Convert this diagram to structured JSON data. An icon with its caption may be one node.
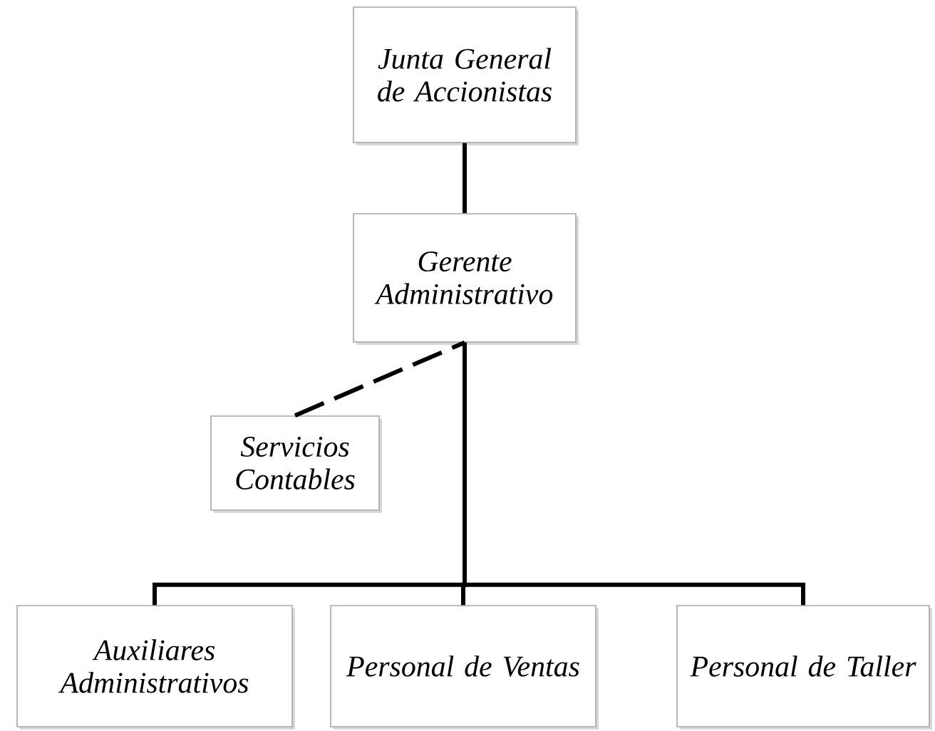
{
  "diagram": {
    "nodes": [
      {
        "text": [
          "Junta General de Accionistas"
        ]
      },
      {
        "text": [
          "Gerente Administrativo"
        ]
      },
      {
        "text": [
          "Servicios Contables"
        ]
      },
      {
        "text": [
          "Auxiliares Administrativos"
        ]
      },
      {
        "text": [
          "Personal de Ventas"
        ]
      },
      {
        "text": [
          "Personal de Taller"
        ]
      }
    ],
    "edges": [
      {
        "from": 0,
        "to": 1,
        "arrow": "none"
      },
      {
        "from": 2,
        "to": 1,
        "arrow": "none",
        "style": "dashed"
      },
      {
        "from": 1,
        "to": 3,
        "arrow": "none"
      },
      {
        "from": 1,
        "to": 4,
        "arrow": "none"
      },
      {
        "from": 1,
        "to": 5,
        "arrow": "none"
      }
    ]
  }
}
